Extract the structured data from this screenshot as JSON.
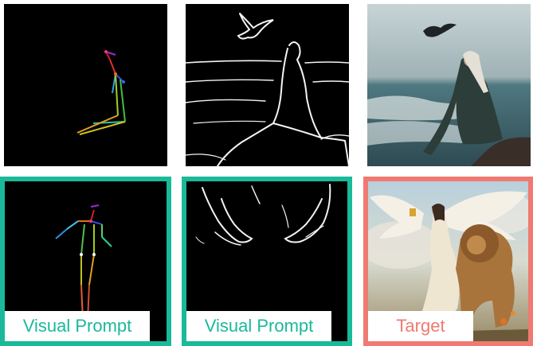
{
  "panels": {
    "bottom_left": {
      "caption": "Visual Prompt"
    },
    "bottom_middle": {
      "caption": "Visual Prompt"
    },
    "bottom_right": {
      "caption": "Target"
    }
  },
  "colors": {
    "prompt_frame": "#1ab99a",
    "target_frame": "#f07a72"
  }
}
